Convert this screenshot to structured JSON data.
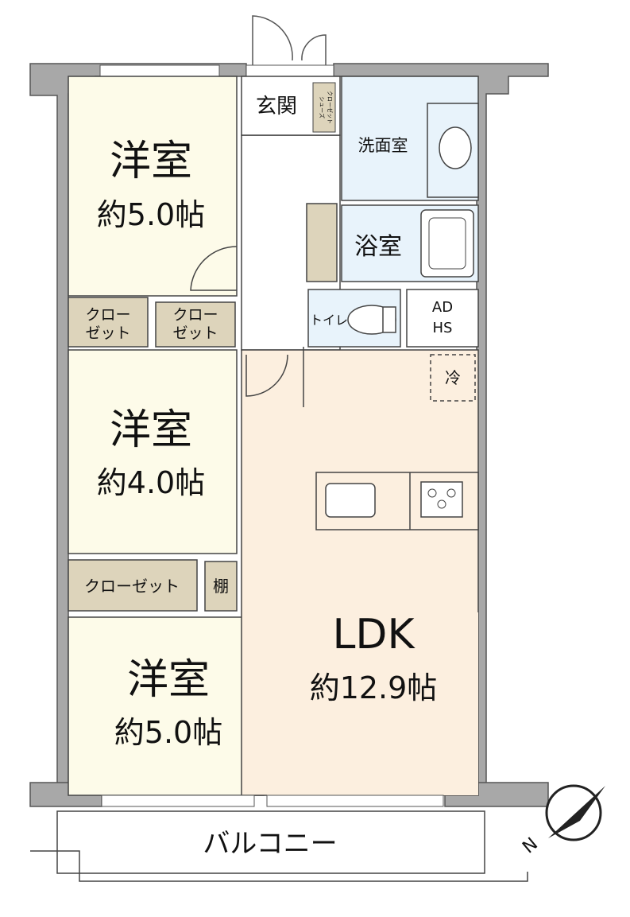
{
  "rooms": {
    "bedroom_north": {
      "name": "洋室",
      "size": "約5.0帖"
    },
    "bedroom_middle": {
      "name": "洋室",
      "size": "約4.0帖"
    },
    "bedroom_south": {
      "name": "洋室",
      "size": "約5.0帖"
    },
    "ldk": {
      "name": "LDK",
      "size": "約12.9帖"
    },
    "entrance": {
      "name": "玄関"
    },
    "washroom": {
      "name": "洗面室"
    },
    "bathroom": {
      "name": "浴室"
    },
    "toilet": {
      "name": "トイレ"
    }
  },
  "storage": {
    "shoe_closet": {
      "line1": "シューズ",
      "line2": "クローゼット"
    },
    "closet_a": {
      "line1": "クロー",
      "line2": "ゼット"
    },
    "closet_b": {
      "line1": "クロー",
      "line2": "ゼット"
    },
    "closet_c": {
      "label": "クローゼット"
    },
    "shelf": {
      "label": "棚"
    }
  },
  "fixtures": {
    "adhs": {
      "line1": "AD",
      "line2": "HS"
    },
    "fridge": {
      "label": "冷"
    }
  },
  "balcony": {
    "label": "バルコニー"
  },
  "compass": {
    "label": "N"
  },
  "colors": {
    "wall": "#a8a8a8",
    "bedroom_fill": "#fdfbe9",
    "closet_fill": "#ddd4bb",
    "wet_fill": "#e8f3fb",
    "ldk_fill": "#fcefdf",
    "line": "#444444"
  }
}
